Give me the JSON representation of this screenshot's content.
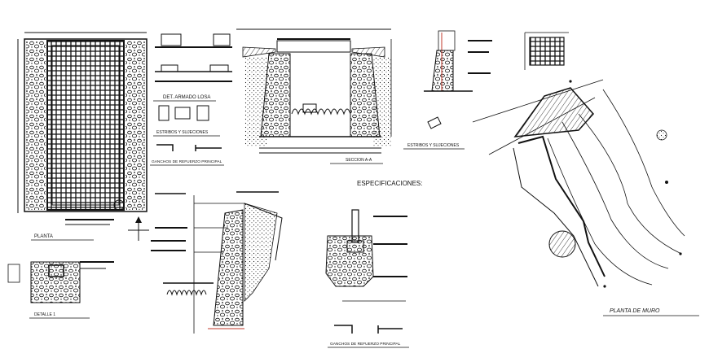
{
  "labels": {
    "planta": "PLANTA",
    "detalle_armado_losa": "DET. ARMADO LOSA",
    "estribos_y_sujeciones_1": "ESTRIBOS Y SUJECIONES",
    "ganchos_refuerzo_1": "GANCHOS DE REFUERZO PRINCIPAL",
    "seccion": "SECCION A-A",
    "estribos_y_sujeciones_2": "ESTRIBOS Y SUJECIONES",
    "especificaciones": "ESPECIFICACIONES:",
    "detalle": "DETALLE 1",
    "ganchos_refuerzo_2": "GANCHOS DE REFUERZO PRINCIPAL",
    "planta_de_muro": "PLANTA DE MURO"
  },
  "colors": {
    "ink": "#111111",
    "accent_red": "#c0392b",
    "paper": "#ffffff"
  }
}
